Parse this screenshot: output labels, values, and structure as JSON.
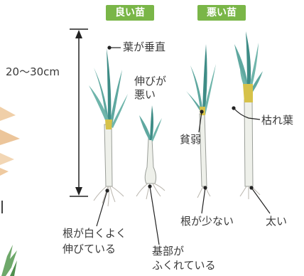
{
  "headers": {
    "good": "良い苗",
    "bad": "悪い苗"
  },
  "measure": "20〜30cm",
  "labels": {
    "vertical_leaf": "葉が垂直",
    "poor_growth_1": "伸びが",
    "poor_growth_2": "悪い",
    "weak": "貧弱",
    "dead_leaf": "枯れ葉",
    "roots_white_1": "根が白くよく",
    "roots_white_2": "伸びている",
    "base_1": "基部が",
    "base_2": "ふくれている",
    "few_roots": "根が少ない",
    "thick": "太い"
  },
  "colors": {
    "header_bg": "#7ab648",
    "leaf_blue": "#5fa8a0",
    "leaf_dark": "#3e8c86",
    "leaf_yellow": "#d6c24a",
    "stem": "#eef0ea",
    "stem_outline": "#9a9e98",
    "root": "#b9b5ad",
    "text": "#3a3a3a",
    "ink": "#222222",
    "straw": "#e6b888"
  }
}
